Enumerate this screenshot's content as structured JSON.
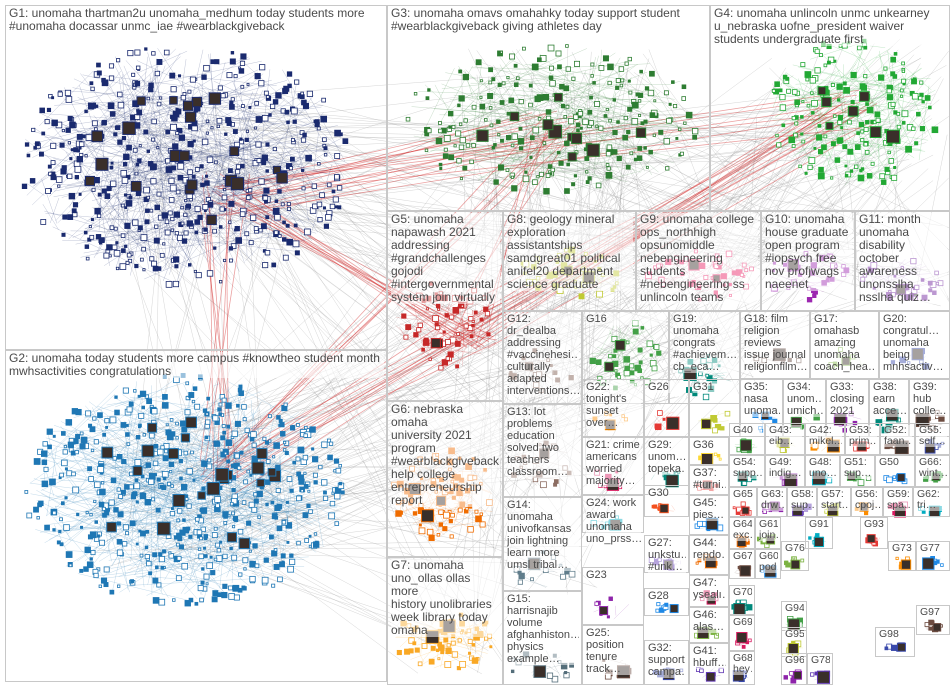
{
  "groups": [
    {
      "id": "G1",
      "label": "G1: unomaha thartman2u unomaha_medhum today students more\n#unomaha docassar unmc_iae #wearblackgiveback",
      "color": "#1a2a6e"
    },
    {
      "id": "G2",
      "label": "G2: unomaha today students more campus #knowtheo student month\nmwhsactivities congratulations",
      "color": "#1f77b4"
    },
    {
      "id": "G3",
      "label": "G3: unomaha omavs omahahky today support student\n#wearblackgiveback giving athletes day",
      "color": "#2e7d32"
    },
    {
      "id": "G4",
      "label": "G4: unomaha unlincoln unmc unkearney\nu_nebraska uofne_president waiver\nstudents undergraduate first",
      "color": "#22a834"
    },
    {
      "id": "G5",
      "label": "G5: unomaha\nnapawash 2021\naddressing\n#grandchallenges\ngojodi\n#intergovernmental\nsystem join virtually",
      "color": "#c62828"
    },
    {
      "id": "G6",
      "label": "G6: nebraska omaha\nuniversity 2021\nprogram\n#wearblackgiveback\nhelp college\nentrepreneurship\nreport",
      "color": "#ef6c00"
    },
    {
      "id": "G7",
      "label": "G7: unomaha\nuno_ollas ollas more\nhistory unolibraries\nweek library today\nomaha",
      "color": "#f9a825"
    },
    {
      "id": "G8",
      "label": "G8: geology mineral\nexploration\nassistantships\nsamdgreat01 political\nanifel20 department\nscience graduate",
      "color": "#c0ca33"
    },
    {
      "id": "G9",
      "label": "G9: unomaha college\nops_northhigh\nopsunomiddle\nnebengineering\nstudents\n#nebengineering ss\nunlincoln teams",
      "color": "#e91e63"
    },
    {
      "id": "G10",
      "label": "G10: unomaha\nhouse graduate\nopen program\n#iopsych free\nnov profjwags\nnaeenet",
      "color": "#9c27b0"
    },
    {
      "id": "G11",
      "label": "G11: month\nunomaha\ndisability\noctober\nawareness\nunonsslha\nnsslha quiz…",
      "color": "#6a1b9a"
    },
    {
      "id": "G12",
      "label": "G12:\ndr_dealba\naddressing\n#vaccinehesi…\nculturally\nadapted\ninterventions…",
      "color": "#795548"
    },
    {
      "id": "G13",
      "label": "G13: lot\nproblems\neducation\nsolved two\nteachers\nclassroom…",
      "color": "#8d6e63"
    },
    {
      "id": "G14",
      "label": "G14:\nunomaha\nunivofkansas\njoin lightning\nlearn more\numsl tribal…",
      "color": "#607d8b"
    },
    {
      "id": "G15",
      "label": "G15:\nharrisnajib\nvolume\nafghanhiston…\nphysics\nexample…",
      "color": "#546e7a"
    },
    {
      "id": "G16",
      "label": "G16",
      "color": "#43a047"
    },
    {
      "id": "G17",
      "label": "G17:\nomahasb\namazing\nunomaha\ncoach_hea…",
      "color": "#7cb342"
    },
    {
      "id": "G18",
      "label": "G18: film\nreligion\nreviews\nissue journal\nreligionfilm…",
      "color": "#5d4037"
    },
    {
      "id": "G19",
      "label": "G19:\nunomaha\ncongrats\n#achievem…\ncb_eca…",
      "color": "#00897b"
    },
    {
      "id": "G20",
      "label": "G20:\ncongratul…\nunomaha\nbeing\nmnhsactiv…",
      "color": "#3949ab"
    },
    {
      "id": "G21",
      "label": "G21: crime\namericans\nworried\nmajority…",
      "color": "#d81b60"
    },
    {
      "id": "G22",
      "label": "G22:\ntonight's\nsunset\nover…",
      "color": "#fb8c00"
    },
    {
      "id": "G23",
      "label": "G23",
      "color": "#8e24aa"
    },
    {
      "id": "G24",
      "label": "G24: work\naward\nunomaha\nuno_prss…",
      "color": "#00acc1"
    },
    {
      "id": "G25",
      "label": "G25:\nposition\ntenure\ntrack…",
      "color": "#6d4c41"
    },
    {
      "id": "G26",
      "label": "G26",
      "color": "#e53935"
    },
    {
      "id": "G27",
      "label": "G27:\nunkstu…\n#unk…",
      "color": "#5e35b1"
    },
    {
      "id": "G28",
      "label": "G28",
      "color": "#1e88e5"
    },
    {
      "id": "G29",
      "label": "G29:\nunom…\ntopeka…",
      "color": "#00897b"
    },
    {
      "id": "G30",
      "label": "G30",
      "color": "#f4511e"
    },
    {
      "id": "G31",
      "label": "G31",
      "color": "#c0ca33"
    },
    {
      "id": "G32",
      "label": "G32:\nsupport\ncampa…",
      "color": "#3949ab"
    },
    {
      "id": "G33",
      "label": "G33:\nclosing\n2021",
      "color": "#8e24aa"
    },
    {
      "id": "G34",
      "label": "G34:\nunom…\numich…",
      "color": "#43a047"
    },
    {
      "id": "G35",
      "label": "G35:\nnasa\nunoma…",
      "color": "#1e88e5"
    },
    {
      "id": "G36",
      "label": "G36",
      "color": "#fdd835"
    },
    {
      "id": "G37",
      "label": "G37:\n#turni…",
      "color": "#e53935"
    },
    {
      "id": "G38",
      "label": "G38:\nearn\nacce…",
      "color": "#00897b"
    },
    {
      "id": "G39",
      "label": "G39:\nhub\ncolle…",
      "color": "#6d4c41"
    },
    {
      "id": "G40",
      "label": "G40",
      "color": "#43a047"
    },
    {
      "id": "G41",
      "label": "G41:\nhbuff…",
      "color": "#5e35b1"
    },
    {
      "id": "G42",
      "label": "G42:\nmikel…",
      "color": "#fb8c00"
    },
    {
      "id": "G43",
      "label": "G43:\neib…",
      "color": "#c0ca33"
    },
    {
      "id": "G44",
      "label": "G44:\nrepdo…",
      "color": "#ef6c00"
    },
    {
      "id": "G45",
      "label": "G45:\npies…",
      "color": "#1e88e5"
    },
    {
      "id": "G46",
      "label": "G46:\nalas…",
      "color": "#7cb342"
    },
    {
      "id": "G47",
      "label": "G47:\nysealı…",
      "color": "#d81b60"
    },
    {
      "id": "G48",
      "label": "G48:\nuno…",
      "color": "#00acc1"
    },
    {
      "id": "G49",
      "label": "G49:\nindig…",
      "color": "#8e24aa"
    },
    {
      "id": "G50",
      "label": "G50",
      "color": "#1e88e5"
    },
    {
      "id": "G51",
      "label": "G51:\nsup…",
      "color": "#43a047"
    },
    {
      "id": "G52",
      "label": "G52:\nfaan…",
      "color": "#6d4c41"
    },
    {
      "id": "G53",
      "label": "G53:\nprim…",
      "color": "#e53935"
    },
    {
      "id": "G54",
      "label": "G54:\nsupp…",
      "color": "#00897b"
    },
    {
      "id": "G55",
      "label": "G55:\nself…",
      "color": "#3949ab"
    },
    {
      "id": "G56",
      "label": "G56:\ncpoj…",
      "color": "#fb8c00"
    },
    {
      "id": "G57",
      "label": "G57:\nstart…",
      "color": "#c0ca33"
    },
    {
      "id": "G58",
      "label": "G58:\nsup…",
      "color": "#5e35b1"
    },
    {
      "id": "G59",
      "label": "G59:\nspa…",
      "color": "#d81b60"
    },
    {
      "id": "G60",
      "label": "G60:\npod…",
      "color": "#1e88e5"
    },
    {
      "id": "G61",
      "label": "G61:\njoin…",
      "color": "#7cb342"
    },
    {
      "id": "G62",
      "label": "G62:\ntri…",
      "color": "#00acc1"
    },
    {
      "id": "G63",
      "label": "G63:\ndrw…",
      "color": "#8e24aa"
    },
    {
      "id": "G64",
      "label": "G64:\nexc…",
      "color": "#ef6c00"
    },
    {
      "id": "G65",
      "label": "G65",
      "color": "#e53935"
    },
    {
      "id": "G66",
      "label": "G66:\nwint…",
      "color": "#43a047"
    },
    {
      "id": "G67",
      "label": "G67",
      "color": "#6d4c41"
    },
    {
      "id": "G68",
      "label": "G68:\nhey…",
      "color": "#3949ab"
    },
    {
      "id": "G69",
      "label": "G69",
      "color": "#d81b60"
    },
    {
      "id": "G70",
      "label": "G70",
      "color": "#00897b"
    },
    {
      "id": "G73",
      "label": "G73",
      "color": "#fb8c00"
    },
    {
      "id": "G76",
      "label": "G76",
      "color": "#7cb342"
    },
    {
      "id": "G77",
      "label": "G77",
      "color": "#1e88e5"
    },
    {
      "id": "G78",
      "label": "G78",
      "color": "#5e35b1"
    },
    {
      "id": "G91",
      "label": "G91",
      "color": "#00acc1"
    },
    {
      "id": "G93",
      "label": "G93",
      "color": "#e53935"
    },
    {
      "id": "G94",
      "label": "G94",
      "color": "#43a047"
    },
    {
      "id": "G95",
      "label": "G95",
      "color": "#c0ca33"
    },
    {
      "id": "G96",
      "label": "G96",
      "color": "#8e24aa"
    },
    {
      "id": "G97",
      "label": "G97",
      "color": "#6d4c41"
    },
    {
      "id": "G98",
      "label": "G98",
      "color": "#3949ab"
    }
  ],
  "colors": {
    "panel_border": "#c8c8c8",
    "edge_gray": "#8a8a8a",
    "edge_red": "#d32f2f",
    "label_text": "#4a4a4a"
  }
}
